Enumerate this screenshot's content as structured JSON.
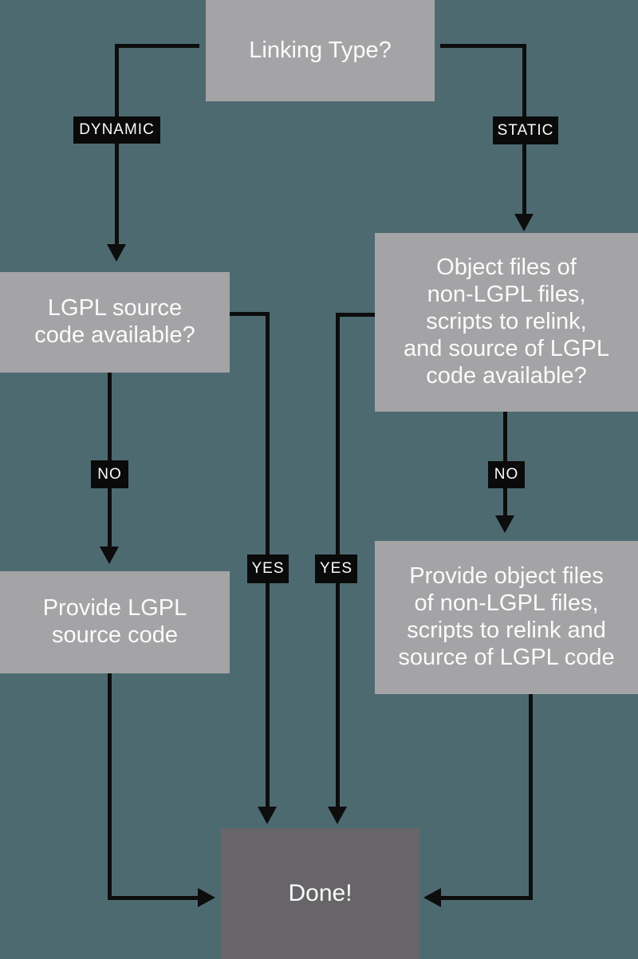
{
  "colors": {
    "background": "#4d6a71",
    "box_fill": "#a4a3a5",
    "done_fill": "#676568",
    "label_fill": "#0a0a0a",
    "line": "#0d0d0d",
    "text": "#fbfbfb"
  },
  "nodes": {
    "linking_type": {
      "text": "Linking Type?"
    },
    "lgpl_source_available": {
      "text": "LGPL source\ncode available?"
    },
    "object_files_available": {
      "text": "Object files of\nnon-LGPL files,\nscripts to relink,\nand source of LGPL\ncode available?"
    },
    "provide_lgpl_source": {
      "text": "Provide LGPL\nsource code"
    },
    "provide_object_files": {
      "text": "Provide object files\nof non-LGPL files,\nscripts to relink and\nsource of LGPL code"
    },
    "done": {
      "text": "Done!"
    }
  },
  "edge_labels": {
    "dynamic": "DYNAMIC",
    "static": "STATIC",
    "no_left": "NO",
    "no_right": "NO",
    "yes_left": "YES",
    "yes_right": "YES"
  }
}
